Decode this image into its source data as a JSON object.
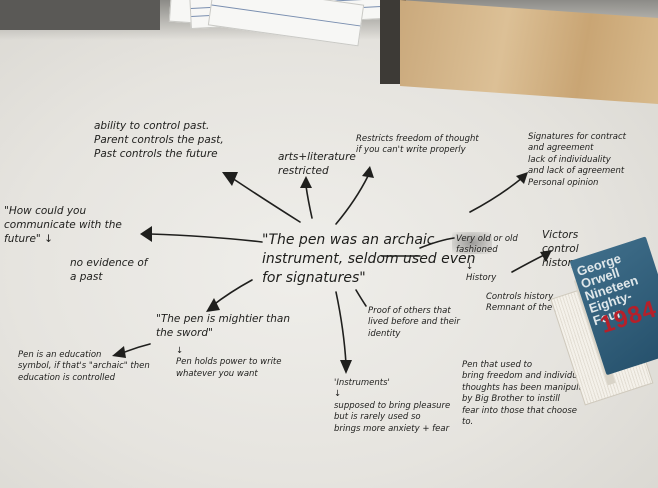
{
  "book": {
    "title": "George\nOrwell\nNineteen\nEighty-\nFour",
    "number": "1984"
  },
  "notes": {
    "central": "\"The pen was an archaic\ninstrument, seldom used even\nfor signatures\"",
    "ability": "ability to control past.\nParent controls the past,\nPast controls the future",
    "arts": "arts+literature\nrestricted",
    "restricts": "Restricts freedom of thought\nif you can't write properly",
    "signatures": "Signatures for contract\nand agreement\nlack of individuality\nand lack of agreement\nPersonal opinion",
    "how": "\"How could you\ncommunicate with the\nfuture\" ↓",
    "evidence": "no evidence of\na past",
    "very_old": "Very old or old\nfashioned",
    "history": "↓\nHistory",
    "victors": "Victors\ncontrol\nhistory",
    "controls_history": "Controls history\nRemnant of the past",
    "proof": "Proof of others that\nlived before and their\nidentity",
    "mightier": "\"The pen is mightier than\nthe sword\"",
    "power": "↓\nPen holds power to write\nwhatever you want",
    "education": "Pen is an education\nsymbol, if that's \"archaic\" then\neducation is controlled",
    "instruments": "'Instruments'\n↓\nsupposed to bring pleasure\nbut is rarely used so\nbrings more anxiety + fear",
    "freedom": "Pen that used to\nbring freedom and individual\nthoughts has been manipulated\nby Big Brother to instill\nfear into those that choose\nto."
  }
}
